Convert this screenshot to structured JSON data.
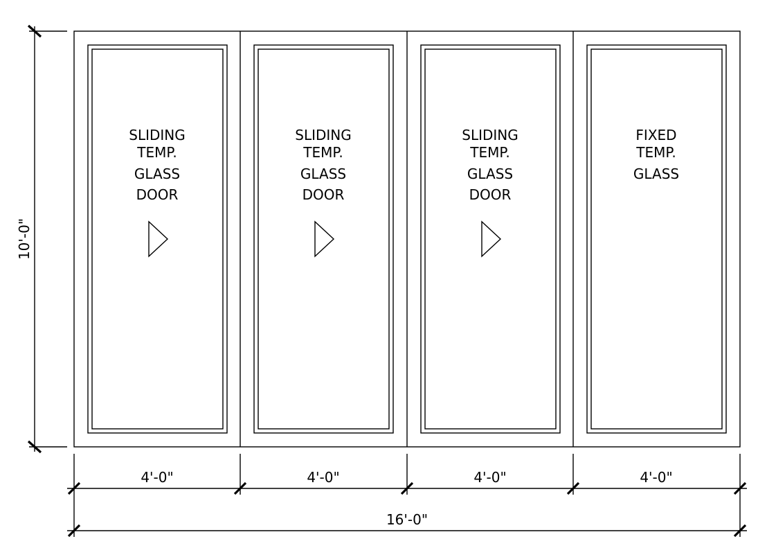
{
  "panels": [
    {
      "lines": [
        "SLIDING",
        "TEMP.",
        "GLASS",
        "DOOR"
      ],
      "arrow": true
    },
    {
      "lines": [
        "SLIDING",
        "TEMP.",
        "GLASS",
        "DOOR"
      ],
      "arrow": true
    },
    {
      "lines": [
        "SLIDING",
        "TEMP.",
        "GLASS",
        "DOOR"
      ],
      "arrow": true
    },
    {
      "lines": [
        "FIXED",
        "TEMP.",
        "GLASS"
      ],
      "arrow": false
    }
  ],
  "dimensions": {
    "height": "10'-0\"",
    "panel_widths": [
      "4'-0\"",
      "4'-0\"",
      "4'-0\"",
      "4'-0\""
    ],
    "overall_width": "16'-0\""
  }
}
